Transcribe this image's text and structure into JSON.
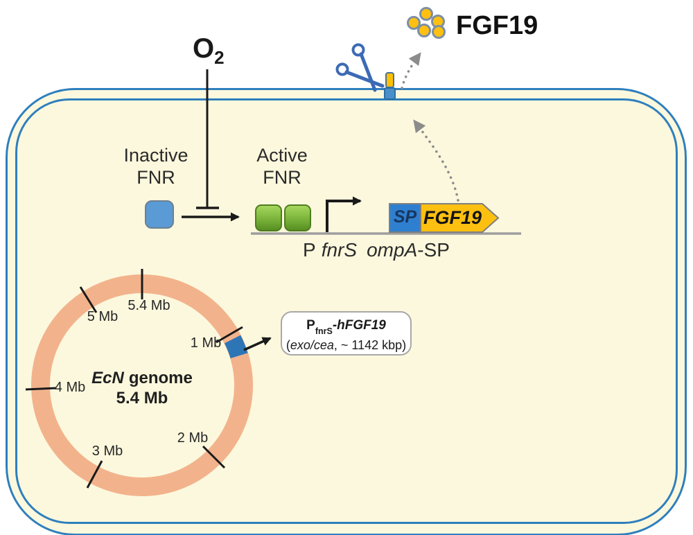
{
  "figure": {
    "description_title": "FGF19"
  },
  "colors": {
    "cell_fill": "#fcf8dd",
    "membrane_blue": "#2e7fbd",
    "inactive_fnr_blue": "#5b9bd5",
    "active_fnr_green": "#7ab33a",
    "sp_box_blue": "#2f7fd0",
    "gene_gold": "#fdc010",
    "genome_ring_peach": "#f2b38c",
    "genome_insert_blue": "#2e75b6",
    "scissors_blue": "#3c6ab5",
    "dotted_arrow_gray": "#8c8c8c"
  },
  "secreted": {
    "title": "FGF19"
  },
  "oxygen": {
    "symbol": "O",
    "subscript": "2"
  },
  "fnr": {
    "inactive": {
      "line1": "Inactive",
      "line2": "FNR"
    },
    "active": {
      "line1": "Active",
      "line2": "FNR"
    }
  },
  "construct": {
    "sp_label": "SP",
    "gene_label": "FGF19",
    "caption": {
      "p": "P",
      "fnrs": "fnrS",
      "ompa": "ompA",
      "sp": "-SP"
    }
  },
  "genome": {
    "center_name_italic": "EcN",
    "center_name_rest": "genome",
    "center_size": "5.4 Mb",
    "ticks": [
      {
        "label": "5.4 Mb"
      },
      {
        "label": "5 Mb"
      },
      {
        "label": "4 Mb"
      },
      {
        "label": "3 Mb"
      },
      {
        "label": "2 Mb"
      },
      {
        "label": "1 Mb"
      }
    ]
  },
  "callout": {
    "p": "P",
    "sub": "fnrS",
    "gene": "-hFGF19",
    "paren_open": "(",
    "locus": "exo/cea",
    "detail": ", ~ 1142 kbp)"
  }
}
